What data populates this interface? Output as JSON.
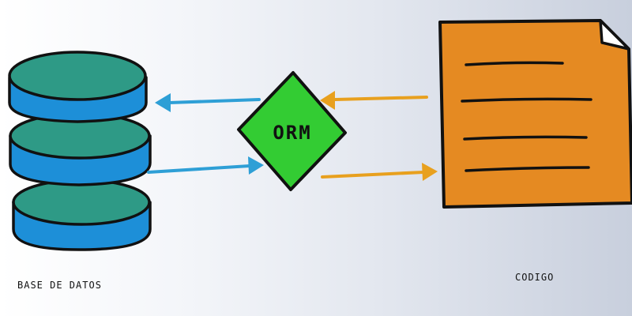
{
  "diagram": {
    "orm_label": "ORM",
    "database_label": "BASE DE DATOS",
    "code_label": "CODIGO"
  },
  "colors": {
    "db_top": "#2e9a86",
    "db_side": "#1d8fd8",
    "orm_fill": "#33cc33",
    "doc_fill": "#e58a22",
    "arrow_left": "#2e9fd6",
    "arrow_right": "#e8a01e",
    "outline": "#111111"
  }
}
